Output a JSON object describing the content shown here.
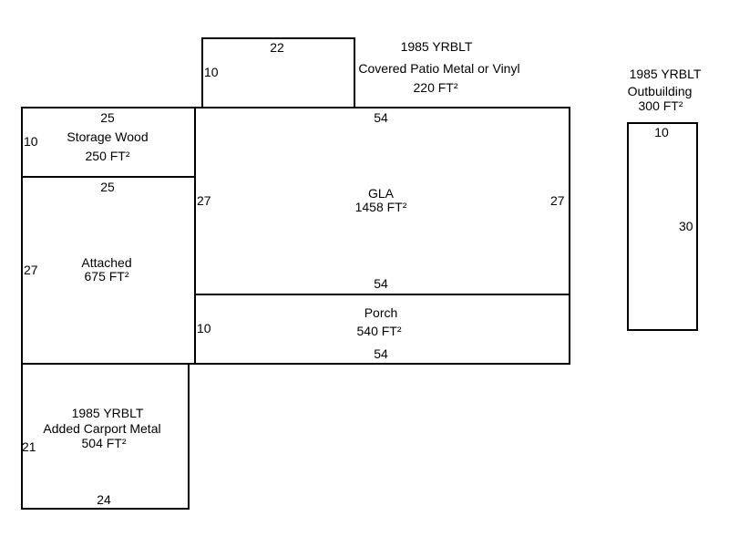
{
  "patio": {
    "top": "22",
    "left": "10",
    "year": "1985 YRBLT",
    "name": "Covered Patio Metal or Vinyl",
    "area": "220 FT²"
  },
  "storage": {
    "top": "25",
    "left": "10",
    "name": "Storage Wood",
    "area": "250 FT²"
  },
  "attached": {
    "top": "25",
    "left": "27",
    "name": "Attached",
    "area": "675 FT²"
  },
  "gla": {
    "top": "54",
    "left": "27",
    "right": "27",
    "bottom": "54",
    "name": "GLA",
    "area": "1458 FT²"
  },
  "porch": {
    "left": "10",
    "bottom": "54",
    "name": "Porch",
    "area": "540 FT²"
  },
  "carport": {
    "year": "1985 YRBLT",
    "name": "Added Carport Metal",
    "area": "504 FT²",
    "left": "21",
    "bottom": "24"
  },
  "outbuilding": {
    "year": "1985 YRBLT",
    "name": "Outbuilding",
    "area": "300 FT²",
    "top": "10",
    "right": "30"
  }
}
